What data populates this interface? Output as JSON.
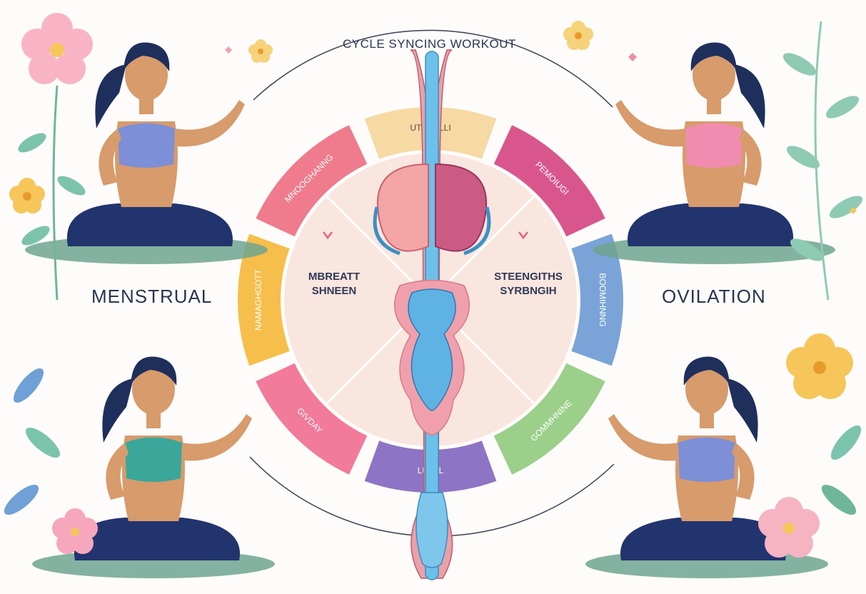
{
  "title": "CYCLE SYNCING WORKOUT",
  "phases": {
    "left": "MENSTRUAL",
    "right": "OVILATION"
  },
  "center_labels": {
    "left_line1": "MBREATT",
    "left_line2": "SHNEEN",
    "right_line1": "STEENGITHS",
    "right_line2": "SYRBNGIH"
  },
  "wheel_segments": [
    {
      "label": "UTENALLI",
      "color": "#f7d9a4"
    },
    {
      "label": "PEMOIUGI",
      "color": "#d9568c"
    },
    {
      "label": "BOOMIHNNG",
      "color": "#7aa4d8"
    },
    {
      "label": "GOMMHNINE",
      "color": "#9bcf8a"
    },
    {
      "label": "LUTTL",
      "color": "#8e74c4"
    },
    {
      "label": "GIVDAY",
      "color": "#f27a9a"
    },
    {
      "label": "NAMAGHGOTT",
      "color": "#f6be4a"
    },
    {
      "label": "MNOOGHANNG",
      "color": "#ef7b8c"
    }
  ],
  "colors": {
    "background": "#fdfcfa",
    "skin": "#d79b6c",
    "hair": "#1f2f5c",
    "pants": "#22346e",
    "mat": "#6fa58f",
    "leaf": "#7cc3ae",
    "text": "#2a3550"
  },
  "figures": [
    {
      "position": "top-left",
      "top_color": "#7d8fd6"
    },
    {
      "position": "top-right",
      "top_color": "#f08cb0"
    },
    {
      "position": "bottom-left",
      "top_color": "#3aa79a"
    },
    {
      "position": "bottom-right",
      "top_color": "#7d8fd6"
    }
  ]
}
